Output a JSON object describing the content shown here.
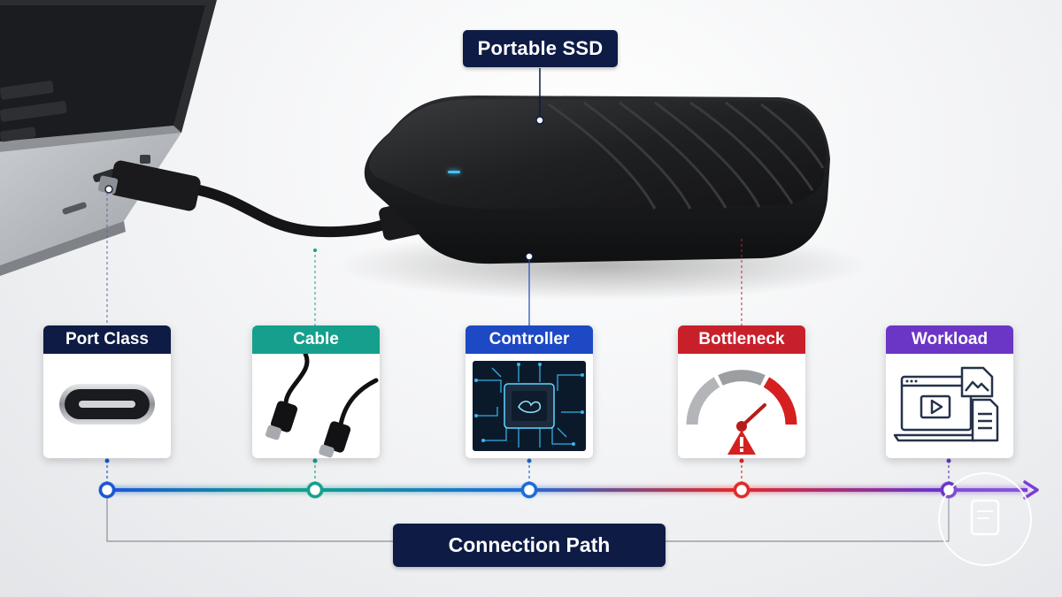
{
  "diagram": {
    "title": "Portable SSD",
    "path_label": "Connection Path",
    "stages": [
      {
        "id": "port-class",
        "label": "Port Class",
        "color": "#0d1b45",
        "node_color": "#1a56d6"
      },
      {
        "id": "cable",
        "label": "Cable",
        "color": "#14a08c",
        "node_color": "#14a08c"
      },
      {
        "id": "controller",
        "label": "Controller",
        "color": "#1d49c4",
        "node_color": "#1d6bd6"
      },
      {
        "id": "bottleneck",
        "label": "Bottleneck",
        "color": "#c8202b",
        "node_color": "#e02a2a"
      },
      {
        "id": "workload",
        "label": "Workload",
        "color": "#6b36c6",
        "node_color": "#6b36c6"
      }
    ],
    "icons": {
      "port-class": "usb-c-port-icon",
      "cable": "usb-c-cable-icon",
      "controller": "controller-chip-icon",
      "bottleneck": "speed-gauge-warning-icon",
      "workload": "workload-files-icon"
    }
  }
}
